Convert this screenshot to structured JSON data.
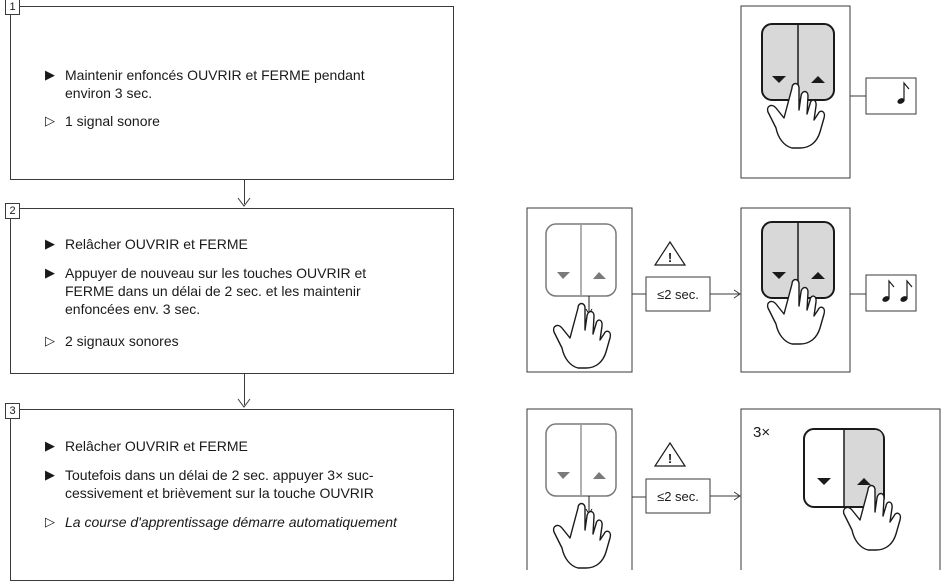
{
  "steps": [
    {
      "number": "1",
      "items": [
        {
          "marker": "▶",
          "text": "Maintenir enfoncés OUVRIR et FERME pendant\nenviron 3 sec.",
          "italic": false
        },
        {
          "marker": "▷",
          "text": "1 signal sonore",
          "italic": false
        }
      ]
    },
    {
      "number": "2",
      "items": [
        {
          "marker": "▶",
          "text": "Relâcher OUVRIR et FERME",
          "italic": false
        },
        {
          "marker": "▶",
          "text": "Appuyer de nouveau sur les touches OUVRIR et\nFERME dans un délai de 2 sec. et les maintenir\nenfoncées env. 3 sec.",
          "italic": false
        },
        {
          "marker": "▷",
          "text": "2 signaux sonores",
          "italic": false
        }
      ]
    },
    {
      "number": "3",
      "items": [
        {
          "marker": "▶",
          "text": "Relâcher OUVRIR et FERME",
          "italic": false
        },
        {
          "marker": "▶",
          "text": "Toutefois dans un délai de 2 sec. appuyer 3× suc-\ncessivement et brièvement sur la touche OUVRIR",
          "italic": false
        },
        {
          "marker": "▷",
          "text": "La course d'apprentissage démarre automatiquement",
          "italic": true
        }
      ]
    }
  ],
  "illustrations": {
    "time_limit_label": "≤2 sec.",
    "warning_symbol": "!",
    "repeat_label": "3×",
    "icons": [
      "switch-icon",
      "hand-icon",
      "warning-icon",
      "music-note-icon"
    ]
  }
}
